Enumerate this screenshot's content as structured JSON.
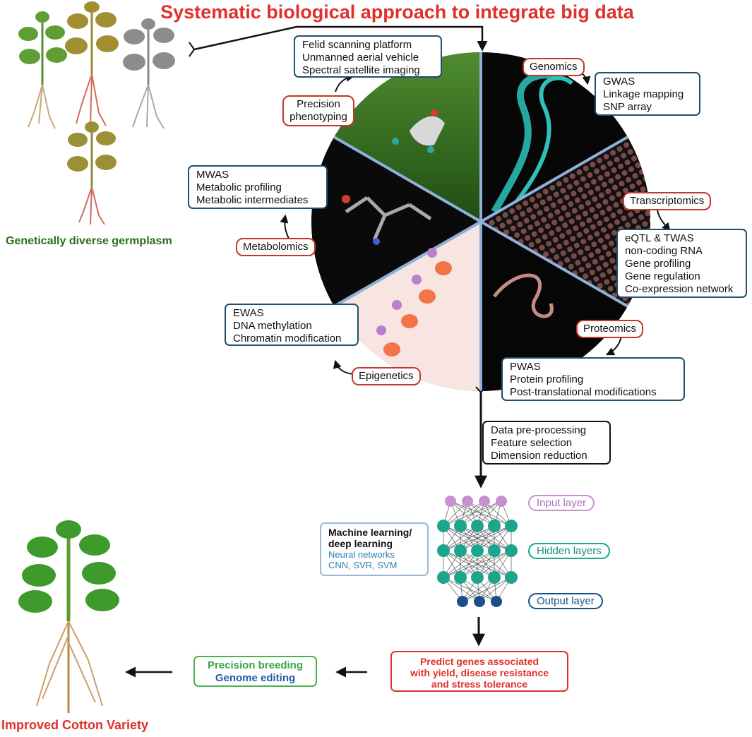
{
  "title": "Systematic biological approach to integrate big data",
  "germplasm_label": "Genetically diverse germplasm",
  "improved_label": "Improved Cotton Variety",
  "phenotyping": {
    "label": "Precision phenotyping",
    "items": [
      "Felid scanning platform",
      "Unmanned aerial vehicle",
      "Spectral satellite imaging"
    ]
  },
  "genomics": {
    "label": "Genomics",
    "items": [
      "GWAS",
      "Linkage mapping",
      "SNP array"
    ]
  },
  "transcriptomics": {
    "label": "Transcriptomics",
    "items": [
      "eQTL & TWAS",
      "non-coding RNA",
      "Gene profiling",
      "Gene regulation",
      "Co-expression network"
    ]
  },
  "proteomics": {
    "label": "Proteomics",
    "items": [
      "PWAS",
      "Protein profiling",
      "Post-translational modifications"
    ]
  },
  "epigenetics": {
    "label": "Epigenetics",
    "items": [
      "EWAS",
      "DNA methylation",
      "Chromatin modification"
    ]
  },
  "metabolomics": {
    "label": "Metabolomics",
    "items": [
      "MWAS",
      "Metabolic profiling",
      "Metabolic intermediates"
    ]
  },
  "processing": {
    "items": [
      "Data pre-processing",
      "Feature selection",
      "Dimension reduction"
    ]
  },
  "ml": {
    "title_line1": "Machine learning/",
    "title_line2": "deep learning",
    "sub_line1": "Neural networks",
    "sub_line2": "CNN, SVR, SVM"
  },
  "layers": {
    "input": "Input layer",
    "hidden": "Hidden layers",
    "output": "Output layer"
  },
  "predict": {
    "line1": "Predict genes associated",
    "line2": "with yield, disease resistance",
    "line3": "and stress tolerance"
  },
  "breeding": {
    "line1": "Precision breeding",
    "line2": "Genome editing"
  },
  "colors": {
    "title_red": "#e0302b",
    "box_border": "#1f4e6e",
    "pill_border": "#c0392b",
    "input_node": "#c98fd1",
    "hidden_node": "#1aa58c",
    "output_node": "#1a4f8a",
    "breeding_green": "#3aa54a",
    "breeding_blue": "#1f5fa8"
  }
}
